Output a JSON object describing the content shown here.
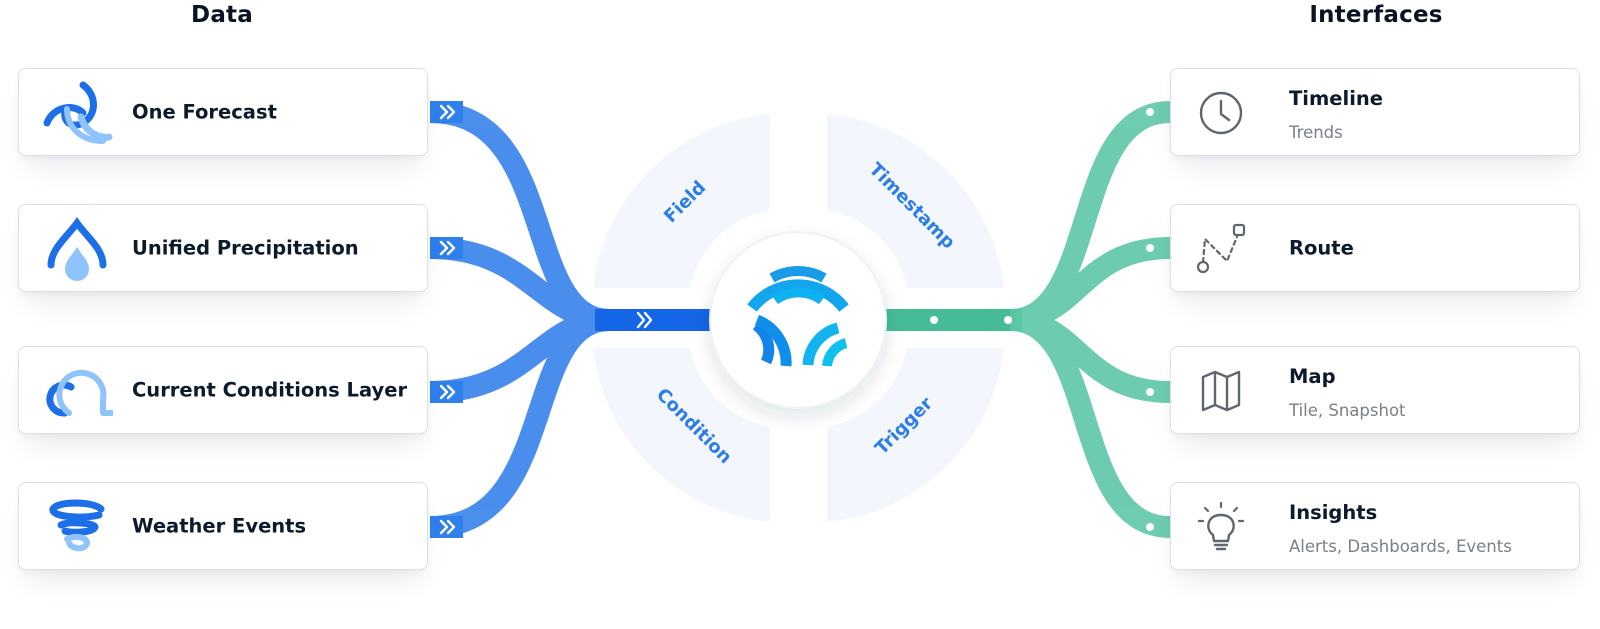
{
  "data_column": {
    "title": "Data",
    "items": [
      {
        "label": "One Forecast",
        "icon": "forecast-swirl-icon"
      },
      {
        "label": "Unified Precipitation",
        "icon": "droplet-icon"
      },
      {
        "label": "Current Conditions Layer",
        "icon": "cloud-icon"
      },
      {
        "label": "Weather Events",
        "icon": "tornado-icon"
      }
    ]
  },
  "hub": {
    "segments": [
      "Field",
      "Timestamp",
      "Condition",
      "Trigger"
    ],
    "icon": "brand-logo-icon"
  },
  "interfaces_column": {
    "title": "Interfaces",
    "items": [
      {
        "label": "Timeline",
        "subtitle": "Trends",
        "icon": "clock-icon"
      },
      {
        "label": "Route",
        "subtitle": "",
        "icon": "route-icon"
      },
      {
        "label": "Map",
        "subtitle": "Tile, Snapshot",
        "icon": "map-icon"
      },
      {
        "label": "Insights",
        "subtitle": "Alerts, Dashboards, Events",
        "icon": "lightbulb-icon"
      }
    ]
  },
  "colors": {
    "blue_flow": "#2f80ed",
    "blue_dark": "#1466e6",
    "green_flow": "#56c4a3",
    "green_dark": "#3cb792",
    "segment_fill": "#f3f7fd",
    "segment_text": "#2b7de9",
    "icon_gray": "#5f6670"
  }
}
